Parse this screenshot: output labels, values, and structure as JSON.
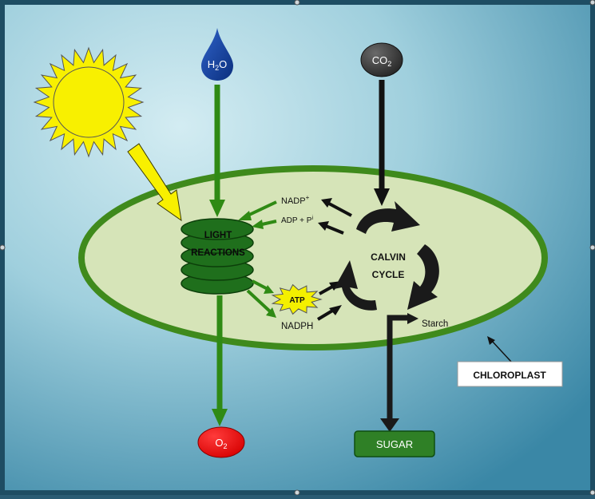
{
  "diagram": {
    "inputs": {
      "water": {
        "main": "H",
        "sub": "2",
        "tail": "O"
      },
      "carbon_dioxide": {
        "main": "CO",
        "sub": "2"
      }
    },
    "light_reactions": {
      "line1": "LIGHT",
      "line2": "REACTIONS"
    },
    "calvin_cycle": {
      "line1": "CALVIN",
      "line2": "CYCLE"
    },
    "molecules": {
      "nadp": {
        "main": "NADP",
        "sup": "+"
      },
      "adp": {
        "main": "ADP + P",
        "sup": "i"
      },
      "atp": "ATP",
      "nadph": "NADPH",
      "starch": "Starch"
    },
    "outputs": {
      "oxygen": {
        "main": "O",
        "sub": "2"
      },
      "sugar": "SUGAR"
    },
    "chloroplast_label": "CHLOROPLAST"
  },
  "colors": {
    "background_light": "#c9e6ee",
    "background_dark": "#3c8aa8",
    "frame": "#1e4d63",
    "chloroplast_fill": "#d6e4b8",
    "chloroplast_stroke": "#3f8a1c",
    "green_arrow": "#2f8a14",
    "thylakoid": "#1f6f1c",
    "sun": "#f8f000",
    "water_drop": "#123f9a",
    "co2": "#3b3b3b",
    "oxygen": "#e60f0f",
    "sugar": "#2f8026",
    "atp_burst": "#f4f000"
  },
  "icons": [
    "sun-icon",
    "water-drop-icon"
  ]
}
